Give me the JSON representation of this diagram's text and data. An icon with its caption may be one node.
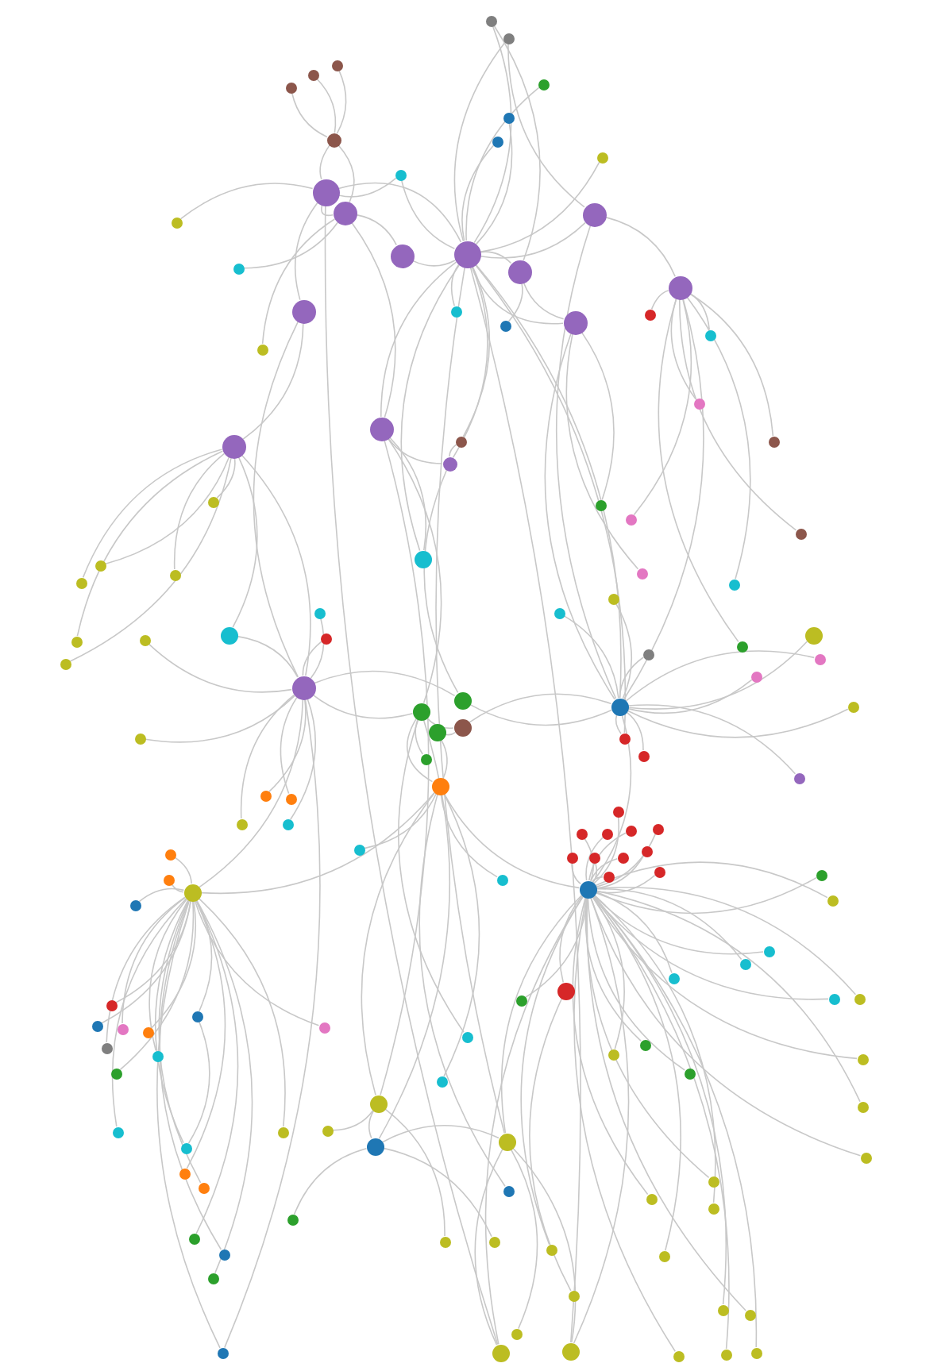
{
  "diagram": {
    "nodes": [
      {
        "text": [],
        "shape": "circle"
      },
      {
        "text": [],
        "shape": "circle"
      },
      {
        "text": [],
        "shape": "circle"
      },
      {
        "text": [],
        "shape": "circle"
      },
      {
        "text": [],
        "shape": "circle"
      },
      {
        "text": [],
        "shape": "circle"
      },
      {
        "text": [],
        "shape": "circle"
      },
      {
        "text": [],
        "shape": "circle"
      },
      {
        "text": [],
        "shape": "circle"
      },
      {
        "text": [],
        "shape": "circle"
      },
      {
        "text": [],
        "shape": "circle"
      },
      {
        "text": [],
        "shape": "circle"
      },
      {
        "text": [],
        "shape": "circle"
      },
      {
        "text": [],
        "shape": "circle"
      },
      {
        "text": [],
        "shape": "circle"
      },
      {
        "text": [],
        "shape": "circle"
      },
      {
        "text": [],
        "shape": "circle"
      },
      {
        "text": [],
        "shape": "circle"
      },
      {
        "text": [],
        "shape": "circle"
      },
      {
        "text": [],
        "shape": "circle"
      },
      {
        "text": [],
        "shape": "circle"
      },
      {
        "text": [],
        "shape": "circle"
      },
      {
        "text": [],
        "shape": "circle"
      },
      {
        "text": [],
        "shape": "circle"
      },
      {
        "text": [],
        "shape": "circle"
      },
      {
        "text": [],
        "shape": "circle"
      },
      {
        "text": [],
        "shape": "circle"
      },
      {
        "text": [],
        "shape": "circle"
      },
      {
        "text": [],
        "shape": "circle"
      },
      {
        "text": [],
        "shape": "circle"
      },
      {
        "text": [],
        "shape": "circle"
      },
      {
        "text": [],
        "shape": "circle"
      },
      {
        "text": [],
        "shape": "circle"
      },
      {
        "text": [],
        "shape": "circle"
      },
      {
        "text": [],
        "shape": "circle"
      },
      {
        "text": [],
        "shape": "circle"
      },
      {
        "text": [],
        "shape": "circle"
      },
      {
        "text": [],
        "shape": "circle"
      },
      {
        "text": [],
        "shape": "circle"
      },
      {
        "text": [],
        "shape": "circle"
      },
      {
        "text": [],
        "shape": "circle"
      },
      {
        "text": [],
        "shape": "circle"
      },
      {
        "text": [],
        "shape": "circle"
      },
      {
        "text": [],
        "shape": "circle"
      },
      {
        "text": [],
        "shape": "circle"
      },
      {
        "text": [],
        "shape": "circle"
      },
      {
        "text": [],
        "shape": "circle"
      },
      {
        "text": [],
        "shape": "circle"
      },
      {
        "text": [],
        "shape": "circle"
      },
      {
        "text": [],
        "shape": "circle"
      },
      {
        "text": [],
        "shape": "circle"
      },
      {
        "text": [],
        "shape": "circle"
      },
      {
        "text": [],
        "shape": "circle"
      },
      {
        "text": [],
        "shape": "circle"
      },
      {
        "text": [],
        "shape": "circle"
      },
      {
        "text": [],
        "shape": "circle"
      },
      {
        "text": [],
        "shape": "circle"
      },
      {
        "text": [],
        "shape": "circle"
      },
      {
        "text": [],
        "shape": "circle"
      },
      {
        "text": [],
        "shape": "circle"
      },
      {
        "text": [],
        "shape": "circle"
      },
      {
        "text": [],
        "shape": "circle"
      },
      {
        "text": [],
        "shape": "circle"
      },
      {
        "text": [],
        "shape": "circle"
      },
      {
        "text": [],
        "shape": "circle"
      },
      {
        "text": [],
        "shape": "circle"
      },
      {
        "text": [],
        "shape": "circle"
      },
      {
        "text": [],
        "shape": "circle"
      },
      {
        "text": [],
        "shape": "circle"
      },
      {
        "text": [],
        "shape": "circle"
      },
      {
        "text": [],
        "shape": "circle"
      },
      {
        "text": [],
        "shape": "circle"
      },
      {
        "text": [],
        "shape": "circle"
      },
      {
        "text": [],
        "shape": "circle"
      },
      {
        "text": [],
        "shape": "circle"
      },
      {
        "text": [],
        "shape": "circle"
      },
      {
        "text": [],
        "shape": "circle"
      },
      {
        "text": [],
        "shape": "circle"
      },
      {
        "text": [],
        "shape": "circle"
      },
      {
        "text": [],
        "shape": "circle"
      },
      {
        "text": [],
        "shape": "circle"
      },
      {
        "text": [],
        "shape": "circle"
      },
      {
        "text": [],
        "shape": "circle"
      },
      {
        "text": [],
        "shape": "circle"
      },
      {
        "text": [],
        "shape": "circle"
      },
      {
        "text": [],
        "shape": "circle"
      },
      {
        "text": [],
        "shape": "circle"
      },
      {
        "text": [],
        "shape": "circle"
      },
      {
        "text": [],
        "shape": "circle"
      },
      {
        "text": [],
        "shape": "circle"
      },
      {
        "text": [],
        "shape": "circle"
      },
      {
        "text": [],
        "shape": "circle"
      },
      {
        "text": [],
        "shape": "circle"
      },
      {
        "text": [],
        "shape": "circle"
      },
      {
        "text": [],
        "shape": "circle"
      },
      {
        "text": [],
        "shape": "circle"
      },
      {
        "text": [],
        "shape": "circle"
      },
      {
        "text": [],
        "shape": "circle"
      },
      {
        "text": [],
        "shape": "circle"
      },
      {
        "text": [],
        "shape": "circle"
      },
      {
        "text": [],
        "shape": "circle"
      },
      {
        "text": [],
        "shape": "circle"
      },
      {
        "text": [],
        "shape": "circle"
      },
      {
        "text": [],
        "shape": "circle"
      },
      {
        "text": [],
        "shape": "circle"
      },
      {
        "text": [],
        "shape": "circle"
      },
      {
        "text": [],
        "shape": "circle"
      },
      {
        "text": [],
        "shape": "circle"
      },
      {
        "text": [],
        "shape": "circle"
      },
      {
        "text": [],
        "shape": "circle"
      },
      {
        "text": [],
        "shape": "circle"
      },
      {
        "text": [],
        "shape": "circle"
      },
      {
        "text": [],
        "shape": "circle"
      },
      {
        "text": [],
        "shape": "circle"
      },
      {
        "text": [],
        "shape": "circle"
      },
      {
        "text": [],
        "shape": "circle"
      },
      {
        "text": [],
        "shape": "circle"
      },
      {
        "text": [],
        "shape": "circle"
      },
      {
        "text": [],
        "shape": "circle"
      },
      {
        "text": [],
        "shape": "circle"
      },
      {
        "text": [],
        "shape": "circle"
      },
      {
        "text": [],
        "shape": "circle"
      },
      {
        "text": [],
        "shape": "circle"
      },
      {
        "text": [],
        "shape": "circle"
      },
      {
        "text": [],
        "shape": "circle"
      },
      {
        "text": [],
        "shape": "circle"
      },
      {
        "text": [],
        "shape": "circle"
      },
      {
        "text": [],
        "shape": "circle"
      },
      {
        "text": [],
        "shape": "circle"
      },
      {
        "text": [],
        "shape": "circle"
      },
      {
        "text": [],
        "shape": "circle"
      },
      {
        "text": [],
        "shape": "circle"
      },
      {
        "text": [],
        "shape": "circle"
      },
      {
        "text": [],
        "shape": "circle"
      },
      {
        "text": [],
        "shape": "circle"
      },
      {
        "text": [],
        "shape": "circle"
      },
      {
        "text": [],
        "shape": "circle"
      },
      {
        "text": [],
        "shape": "circle"
      },
      {
        "text": [],
        "shape": "circle"
      },
      {
        "text": [],
        "shape": "circle"
      },
      {
        "text": [],
        "shape": "circle"
      },
      {
        "text": [],
        "shape": "circle"
      },
      {
        "text": [],
        "shape": "circle"
      },
      {
        "text": [],
        "shape": "circle"
      },
      {
        "text": [],
        "shape": "circle"
      },
      {
        "text": [],
        "shape": "circle"
      },
      {
        "text": [],
        "shape": "circle"
      },
      {
        "text": [],
        "shape": "circle"
      }
    ],
    "edges": [
      {
        "from": 0,
        "to": 1,
        "arrow": "none"
      },
      {
        "from": 0,
        "to": 3,
        "arrow": "none"
      },
      {
        "from": 1,
        "to": 2,
        "arrow": "none"
      },
      {
        "from": 2,
        "to": 3,
        "arrow": "none"
      },
      {
        "from": 3,
        "to": 4,
        "arrow": "none"
      },
      {
        "from": 3,
        "to": 5,
        "arrow": "none"
      },
      {
        "from": 3,
        "to": 7,
        "arrow": "none"
      },
      {
        "from": 4,
        "to": 7,
        "arrow": "none"
      },
      {
        "from": 5,
        "to": 6,
        "arrow": "none"
      },
      {
        "from": 3,
        "to": 9,
        "arrow": "none"
      },
      {
        "from": 1,
        "to": 9,
        "arrow": "none"
      },
      {
        "from": 0,
        "to": 8,
        "arrow": "none"
      },
      {
        "from": 8,
        "to": 10,
        "arrow": "none"
      },
      {
        "from": 9,
        "to": 41,
        "arrow": "none"
      },
      {
        "from": 3,
        "to": 41,
        "arrow": "none"
      },
      {
        "from": 41,
        "to": 44,
        "arrow": "none"
      },
      {
        "from": 9,
        "to": 43,
        "arrow": "none"
      },
      {
        "from": 11,
        "to": 43,
        "arrow": "none"
      },
      {
        "from": 11,
        "to": 44,
        "arrow": "none"
      },
      {
        "from": 44,
        "to": 48,
        "arrow": "none"
      },
      {
        "from": 3,
        "to": 48,
        "arrow": "none"
      },
      {
        "from": 7,
        "to": 48,
        "arrow": "none"
      },
      {
        "from": 48,
        "to": 49,
        "arrow": "none"
      },
      {
        "from": 49,
        "to": 50,
        "arrow": "none"
      },
      {
        "from": 43,
        "to": 47,
        "arrow": "none"
      },
      {
        "from": 47,
        "to": 49,
        "arrow": "none"
      },
      {
        "from": 11,
        "to": 64,
        "arrow": "none"
      },
      {
        "from": 64,
        "to": 47,
        "arrow": "none"
      },
      {
        "from": 10,
        "to": 11,
        "arrow": "none"
      },
      {
        "from": 8,
        "to": 11,
        "arrow": "none"
      },
      {
        "from": 6,
        "to": 48,
        "arrow": "none"
      },
      {
        "from": 5,
        "to": 48,
        "arrow": "none"
      },
      {
        "from": 84,
        "to": 47,
        "arrow": "none"
      },
      {
        "from": 85,
        "to": 43,
        "arrow": "none"
      },
      {
        "from": 86,
        "to": 49,
        "arrow": "none"
      },
      {
        "from": 3,
        "to": 86,
        "arrow": "none"
      },
      {
        "from": 9,
        "to": 84,
        "arrow": "none"
      },
      {
        "from": 12,
        "to": 0,
        "arrow": "none"
      },
      {
        "from": 13,
        "to": 12,
        "arrow": "none"
      },
      {
        "from": 14,
        "to": 12,
        "arrow": "none"
      },
      {
        "from": 15,
        "to": 12,
        "arrow": "none"
      },
      {
        "from": 12,
        "to": 1,
        "arrow": "none"
      },
      {
        "from": 16,
        "to": 3,
        "arrow": "none"
      },
      {
        "from": 17,
        "to": 3,
        "arrow": "none"
      },
      {
        "from": 18,
        "to": 3,
        "arrow": "none"
      },
      {
        "from": 19,
        "to": 3,
        "arrow": "none"
      },
      {
        "from": 20,
        "to": 3,
        "arrow": "none"
      },
      {
        "from": 21,
        "to": 3,
        "arrow": "none"
      },
      {
        "from": 16,
        "to": 4,
        "arrow": "none"
      },
      {
        "from": 17,
        "to": 5,
        "arrow": "none"
      },
      {
        "from": 22,
        "to": 0,
        "arrow": "none"
      },
      {
        "from": 23,
        "to": 1,
        "arrow": "none"
      },
      {
        "from": 24,
        "to": 0,
        "arrow": "none"
      },
      {
        "from": 24,
        "to": 3,
        "arrow": "none"
      },
      {
        "from": 25,
        "to": 3,
        "arrow": "none"
      },
      {
        "from": 26,
        "to": 4,
        "arrow": "none"
      },
      {
        "from": 27,
        "to": 6,
        "arrow": "none"
      },
      {
        "from": 28,
        "to": 6,
        "arrow": "none"
      },
      {
        "from": 29,
        "to": 6,
        "arrow": "none"
      },
      {
        "from": 30,
        "to": 6,
        "arrow": "none"
      },
      {
        "from": 31,
        "to": 6,
        "arrow": "none"
      },
      {
        "from": 32,
        "to": 9,
        "arrow": "none"
      },
      {
        "from": 32,
        "to": 3,
        "arrow": "none"
      },
      {
        "from": 33,
        "to": 10,
        "arrow": "none"
      },
      {
        "from": 33,
        "to": 11,
        "arrow": "none"
      },
      {
        "from": 34,
        "to": 11,
        "arrow": "none"
      },
      {
        "from": 35,
        "to": 11,
        "arrow": "none"
      },
      {
        "from": 36,
        "to": 10,
        "arrow": "none"
      },
      {
        "from": 37,
        "to": 10,
        "arrow": "none"
      },
      {
        "from": 38,
        "to": 10,
        "arrow": "none"
      },
      {
        "from": 39,
        "to": 10,
        "arrow": "none"
      },
      {
        "from": 40,
        "to": 11,
        "arrow": "none"
      },
      {
        "from": 41,
        "to": 42,
        "arrow": "none"
      },
      {
        "from": 42,
        "to": 3,
        "arrow": "none"
      },
      {
        "from": 45,
        "to": 43,
        "arrow": "none"
      },
      {
        "from": 46,
        "to": 45,
        "arrow": "none"
      },
      {
        "from": 45,
        "to": 48,
        "arrow": "none"
      },
      {
        "from": 47,
        "to": 46,
        "arrow": "none"
      },
      {
        "from": 51,
        "to": 48,
        "arrow": "none"
      },
      {
        "from": 52,
        "to": 48,
        "arrow": "none"
      },
      {
        "from": 53,
        "to": 49,
        "arrow": "none"
      },
      {
        "from": 54,
        "to": 49,
        "arrow": "none"
      },
      {
        "from": 55,
        "to": 49,
        "arrow": "none"
      },
      {
        "from": 56,
        "to": 49,
        "arrow": "none"
      },
      {
        "from": 57,
        "to": 49,
        "arrow": "none"
      },
      {
        "from": 58,
        "to": 49,
        "arrow": "none"
      },
      {
        "from": 59,
        "to": 49,
        "arrow": "none"
      },
      {
        "from": 60,
        "to": 49,
        "arrow": "none"
      },
      {
        "from": 61,
        "to": 49,
        "arrow": "none"
      },
      {
        "from": 62,
        "to": 49,
        "arrow": "none"
      },
      {
        "from": 63,
        "to": 49,
        "arrow": "none"
      },
      {
        "from": 51,
        "to": 3,
        "arrow": "none"
      },
      {
        "from": 65,
        "to": 64,
        "arrow": "none"
      },
      {
        "from": 66,
        "to": 64,
        "arrow": "none"
      },
      {
        "from": 67,
        "to": 64,
        "arrow": "none"
      },
      {
        "from": 68,
        "to": 64,
        "arrow": "none"
      },
      {
        "from": 69,
        "to": 64,
        "arrow": "none"
      },
      {
        "from": 70,
        "to": 64,
        "arrow": "none"
      },
      {
        "from": 71,
        "to": 64,
        "arrow": "none"
      },
      {
        "from": 72,
        "to": 64,
        "arrow": "none"
      },
      {
        "from": 73,
        "to": 64,
        "arrow": "none"
      },
      {
        "from": 74,
        "to": 64,
        "arrow": "none"
      },
      {
        "from": 75,
        "to": 64,
        "arrow": "none"
      },
      {
        "from": 76,
        "to": 64,
        "arrow": "none"
      },
      {
        "from": 77,
        "to": 64,
        "arrow": "none"
      },
      {
        "from": 78,
        "to": 64,
        "arrow": "none"
      },
      {
        "from": 79,
        "to": 64,
        "arrow": "none"
      },
      {
        "from": 80,
        "to": 64,
        "arrow": "none"
      },
      {
        "from": 81,
        "to": 64,
        "arrow": "none"
      },
      {
        "from": 82,
        "to": 64,
        "arrow": "none"
      },
      {
        "from": 83,
        "to": 64,
        "arrow": "none"
      },
      {
        "from": 77,
        "to": 74,
        "arrow": "none"
      },
      {
        "from": 85,
        "to": 84,
        "arrow": "none"
      },
      {
        "from": 86,
        "to": 85,
        "arrow": "none"
      },
      {
        "from": 87,
        "to": 86,
        "arrow": "none"
      },
      {
        "from": 88,
        "to": 86,
        "arrow": "none"
      },
      {
        "from": 87,
        "to": 49,
        "arrow": "none"
      },
      {
        "from": 88,
        "to": 49,
        "arrow": "none"
      },
      {
        "from": 89,
        "to": 48,
        "arrow": "none"
      },
      {
        "from": 90,
        "to": 48,
        "arrow": "none"
      },
      {
        "from": 91,
        "to": 48,
        "arrow": "none"
      },
      {
        "from": 92,
        "to": 48,
        "arrow": "none"
      },
      {
        "from": 93,
        "to": 49,
        "arrow": "none"
      },
      {
        "from": 94,
        "to": 49,
        "arrow": "none"
      },
      {
        "from": 95,
        "to": 49,
        "arrow": "none"
      },
      {
        "from": 96,
        "to": 49,
        "arrow": "none"
      },
      {
        "from": 97,
        "to": 49,
        "arrow": "none"
      },
      {
        "from": 98,
        "to": 49,
        "arrow": "none"
      },
      {
        "from": 99,
        "to": 49,
        "arrow": "none"
      },
      {
        "from": 100,
        "to": 49,
        "arrow": "none"
      },
      {
        "from": 101,
        "to": 49,
        "arrow": "none"
      },
      {
        "from": 102,
        "to": 49,
        "arrow": "none"
      },
      {
        "from": 103,
        "to": 49,
        "arrow": "none"
      },
      {
        "from": 104,
        "to": 49,
        "arrow": "none"
      },
      {
        "from": 105,
        "to": 49,
        "arrow": "none"
      },
      {
        "from": 106,
        "to": 49,
        "arrow": "none"
      },
      {
        "from": 107,
        "to": 49,
        "arrow": "none"
      },
      {
        "from": 108,
        "to": 49,
        "arrow": "none"
      },
      {
        "from": 109,
        "to": 49,
        "arrow": "none"
      },
      {
        "from": 110,
        "to": 49,
        "arrow": "none"
      },
      {
        "from": 111,
        "to": 49,
        "arrow": "none"
      },
      {
        "from": 112,
        "to": 49,
        "arrow": "none"
      },
      {
        "from": 113,
        "to": 49,
        "arrow": "none"
      },
      {
        "from": 114,
        "to": 49,
        "arrow": "none"
      },
      {
        "from": 115,
        "to": 43,
        "arrow": "none"
      },
      {
        "from": 116,
        "to": 84,
        "arrow": "none"
      },
      {
        "from": 117,
        "to": 85,
        "arrow": "none"
      },
      {
        "from": 118,
        "to": 64,
        "arrow": "none"
      },
      {
        "from": 119,
        "to": 64,
        "arrow": "none"
      },
      {
        "from": 120,
        "to": 47,
        "arrow": "none"
      },
      {
        "from": 121,
        "to": 47,
        "arrow": "none"
      },
      {
        "from": 122,
        "to": 84,
        "arrow": "none"
      },
      {
        "from": 123,
        "to": 49,
        "arrow": "none"
      },
      {
        "from": 124,
        "to": 85,
        "arrow": "none"
      },
      {
        "from": 125,
        "to": 50,
        "arrow": "none"
      },
      {
        "from": 126,
        "to": 86,
        "arrow": "none"
      },
      {
        "from": 127,
        "to": 43,
        "arrow": "none"
      },
      {
        "from": 128,
        "to": 47,
        "arrow": "none"
      },
      {
        "from": 129,
        "to": 47,
        "arrow": "none"
      },
      {
        "from": 130,
        "to": 49,
        "arrow": "none"
      },
      {
        "from": 131,
        "to": 48,
        "arrow": "none"
      },
      {
        "from": 132,
        "to": 6,
        "arrow": "none"
      },
      {
        "from": 133,
        "to": 7,
        "arrow": "none"
      },
      {
        "from": 134,
        "to": 7,
        "arrow": "none"
      },
      {
        "from": 135,
        "to": 48,
        "arrow": "none"
      },
      {
        "from": 136,
        "to": 48,
        "arrow": "none"
      },
      {
        "from": 137,
        "to": 6,
        "arrow": "none"
      },
      {
        "from": 138,
        "to": 6,
        "arrow": "none"
      },
      {
        "from": 139,
        "to": 48,
        "arrow": "none"
      },
      {
        "from": 140,
        "to": 11,
        "arrow": "none"
      },
      {
        "from": 141,
        "to": 1,
        "arrow": "none"
      },
      {
        "from": 142,
        "to": 10,
        "arrow": "none"
      },
      {
        "from": 143,
        "to": 10,
        "arrow": "none"
      },
      {
        "from": 144,
        "to": 11,
        "arrow": "none"
      },
      {
        "from": 145,
        "to": 11,
        "arrow": "none"
      },
      {
        "from": 146,
        "to": 11,
        "arrow": "none"
      },
      {
        "from": 147,
        "to": 11,
        "arrow": "none"
      },
      {
        "from": 88,
        "to": 3,
        "arrow": "none"
      },
      {
        "from": 87,
        "to": 0,
        "arrow": "none"
      },
      {
        "from": 83,
        "to": 11,
        "arrow": "none"
      }
    ]
  }
}
